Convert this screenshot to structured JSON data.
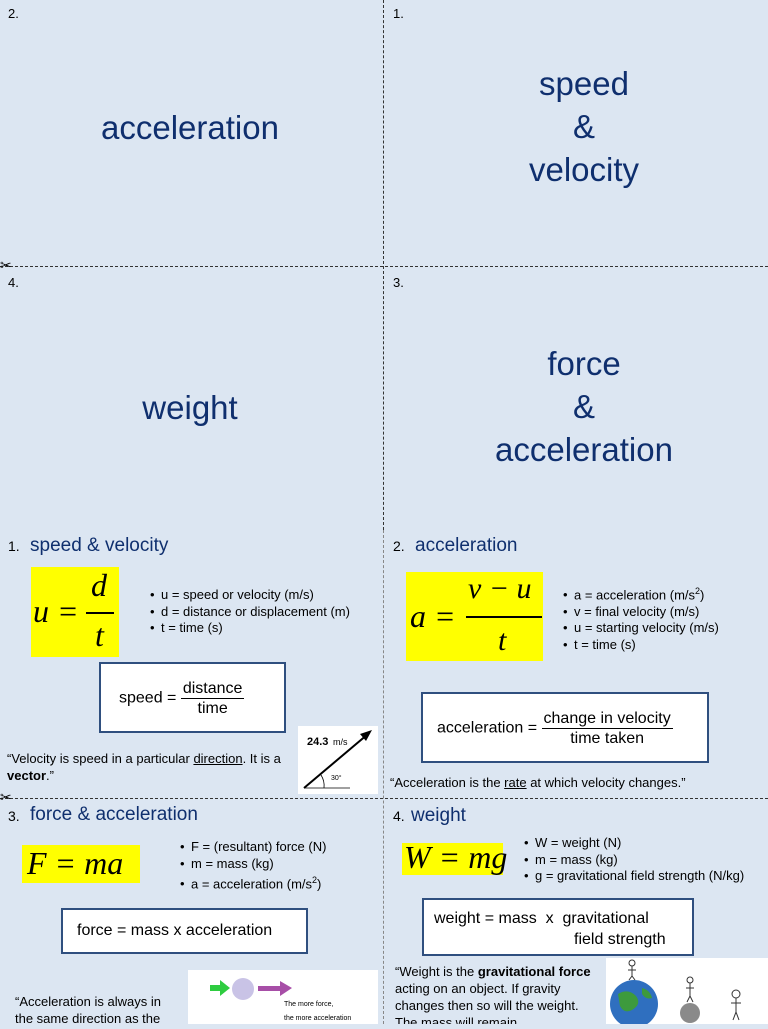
{
  "cards": {
    "c2_num": "2.",
    "c2_title": "acceleration",
    "c1_num": "1.",
    "c1_title_l1": "speed",
    "c1_title_l2": "&",
    "c1_title_l3": "velocity",
    "c4_num": "4.",
    "c4_title": "weight",
    "c3_num": "3.",
    "c3_title_l1": "force",
    "c3_title_l2": "&",
    "c3_title_l3": "acceleration"
  },
  "s1": {
    "num": "1.",
    "title": "speed & velocity",
    "formula_lhs": "u =",
    "formula_top": "d",
    "formula_bot": "t",
    "bullets": [
      "u = speed or velocity (m/s)",
      "d = distance or displacement (m)",
      "t = time (s)"
    ],
    "box_word": "speed =",
    "box_top": "distance",
    "box_bot": "time",
    "quote_part1": "“Velocity is speed in a particular ",
    "quote_link": "direction",
    "quote_part2": ". It is a ",
    "quote_bold": "vector",
    "quote_end": ".”",
    "vector_value": "24.3",
    "vector_unit": "m/s",
    "vector_angle": "30°"
  },
  "s2": {
    "num": "2.",
    "title": "acceleration",
    "formula_lhs": "a =",
    "formula_top": "v − u",
    "formula_bot": "t",
    "bullets": [
      "a = acceleration (m/s",
      "v = final velocity (m/s)",
      "u = starting velocity (m/s)",
      "t = time (s)"
    ],
    "bullet_sup": "2",
    "bullet_close": ")",
    "box_word": "acceleration =",
    "box_top": "change in velocity",
    "box_bot": "time taken",
    "quote_part1": "“Acceleration is the ",
    "quote_link": "rate",
    "quote_part2": " at which velocity changes.”"
  },
  "s3": {
    "num": "3.",
    "title": "force & acceleration",
    "formula": "F = ma",
    "bullets": [
      "F = (resultant) force (N)",
      "m = mass (kg)",
      "a = acceleration (m/s"
    ],
    "bullet_sup": "2",
    "bullet_close": ")",
    "box": "force = mass x acceleration",
    "quote_l1": "“Acceleration is always in",
    "quote_l2": "the same direction as the",
    "diagram_l1": "The more force,",
    "diagram_l2": "the more acceleration"
  },
  "s4": {
    "num": "4.",
    "title": "weight",
    "formula": "W = mg",
    "bullets": [
      "W = weight (N)",
      "m = mass (kg)",
      "g = gravitational field strength (N/kg)"
    ],
    "box_l1": "weight = mass  x  gravitational",
    "box_l2": "field strength",
    "quote_a": "“Weight is the ",
    "quote_b": "gravitational force",
    "quote_c": " acting on an object. If gravity changes then so will the weight. The mass will remain"
  },
  "colors": {
    "background": "#dce6f2",
    "title": "#0f2f6e",
    "highlight": "#ffff00",
    "box_border": "#2f4f7f"
  }
}
